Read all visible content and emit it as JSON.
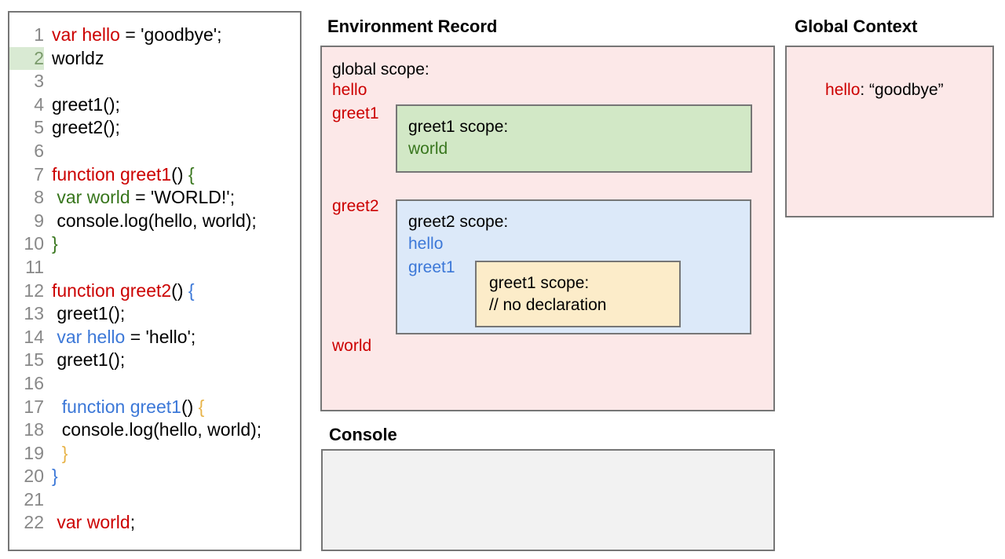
{
  "code_editor": {
    "lines": [
      {
        "num": "1",
        "highlight": false,
        "tokens": [
          {
            "text": "var hello",
            "color": "red"
          },
          {
            "text": " = 'goodbye';",
            "color": "black"
          }
        ]
      },
      {
        "num": "2",
        "highlight": true,
        "tokens": [
          {
            "text": "worldz",
            "color": "black"
          }
        ]
      },
      {
        "num": "3",
        "highlight": false,
        "tokens": [
          {
            "text": "",
            "color": "black"
          }
        ]
      },
      {
        "num": "4",
        "highlight": false,
        "tokens": [
          {
            "text": "greet1();",
            "color": "black"
          }
        ]
      },
      {
        "num": "5",
        "highlight": false,
        "tokens": [
          {
            "text": "greet2();",
            "color": "black"
          }
        ]
      },
      {
        "num": "6",
        "highlight": false,
        "tokens": [
          {
            "text": "",
            "color": "black"
          }
        ]
      },
      {
        "num": "7",
        "highlight": false,
        "tokens": [
          {
            "text": "function greet1",
            "color": "red"
          },
          {
            "text": "() ",
            "color": "black"
          },
          {
            "text": "{",
            "color": "green"
          }
        ]
      },
      {
        "num": "8",
        "highlight": false,
        "tokens": [
          {
            "text": " var world",
            "color": "green"
          },
          {
            "text": " = 'WORLD!';",
            "color": "black"
          }
        ]
      },
      {
        "num": "9",
        "highlight": false,
        "tokens": [
          {
            "text": " console.log(hello, world);",
            "color": "black"
          }
        ]
      },
      {
        "num": "10",
        "highlight": false,
        "tokens": [
          {
            "text": "}",
            "color": "green"
          }
        ]
      },
      {
        "num": "11",
        "highlight": false,
        "tokens": [
          {
            "text": "",
            "color": "black"
          }
        ]
      },
      {
        "num": "12",
        "highlight": false,
        "tokens": [
          {
            "text": "function greet2",
            "color": "red"
          },
          {
            "text": "() ",
            "color": "black"
          },
          {
            "text": "{",
            "color": "blue"
          }
        ]
      },
      {
        "num": "13",
        "highlight": false,
        "tokens": [
          {
            "text": " greet1();",
            "color": "black"
          }
        ]
      },
      {
        "num": "14",
        "highlight": false,
        "tokens": [
          {
            "text": " var hello",
            "color": "blue"
          },
          {
            "text": " = 'hello';",
            "color": "black"
          }
        ]
      },
      {
        "num": "15",
        "highlight": false,
        "tokens": [
          {
            "text": " greet1();",
            "color": "black"
          }
        ]
      },
      {
        "num": "16",
        "highlight": false,
        "tokens": [
          {
            "text": "",
            "color": "black"
          }
        ]
      },
      {
        "num": "17",
        "highlight": false,
        "tokens": [
          {
            "text": "  function greet1",
            "color": "blue"
          },
          {
            "text": "() ",
            "color": "black"
          },
          {
            "text": "{",
            "color": "orange"
          }
        ]
      },
      {
        "num": "18",
        "highlight": false,
        "tokens": [
          {
            "text": "  console.log(hello, world);",
            "color": "black"
          }
        ]
      },
      {
        "num": "19",
        "highlight": false,
        "tokens": [
          {
            "text": "  }",
            "color": "orange"
          }
        ]
      },
      {
        "num": "20",
        "highlight": false,
        "tokens": [
          {
            "text": "}",
            "color": "blue"
          }
        ]
      },
      {
        "num": "21",
        "highlight": false,
        "tokens": [
          {
            "text": "",
            "color": "black"
          }
        ]
      },
      {
        "num": "22",
        "highlight": false,
        "tokens": [
          {
            "text": " var world",
            "color": "red"
          },
          {
            "text": ";",
            "color": "black"
          }
        ]
      }
    ]
  },
  "environment_record": {
    "title": "Environment Record",
    "global_scope": {
      "heading": "global scope:",
      "bindings": [
        "hello",
        "greet1",
        "greet2",
        "world"
      ]
    },
    "greet1_scope": {
      "heading": "greet1 scope:",
      "bindings": [
        "world"
      ]
    },
    "greet2_scope": {
      "heading": "greet2 scope:",
      "bindings": [
        "hello",
        "greet1"
      ]
    },
    "greet1_inner_scope": {
      "heading": "greet1 scope:",
      "note": "// no declaration"
    }
  },
  "global_context": {
    "title": "Global Context",
    "entry_key": "hello",
    "entry_rest": ": “goodbye”"
  },
  "console": {
    "title": "Console",
    "output": ""
  },
  "colors": {
    "red": "#cc0000",
    "green": "#38761d",
    "blue": "#3c78d8",
    "orange": "#e8b44a",
    "pink_bg": "#fce8e8",
    "green_bg": "#d2e8c6",
    "blue_bg": "#dce9f9",
    "yellow_bg": "#fcecc9",
    "console_bg": "#f2f2f2",
    "border": "#767676",
    "line_highlight": "#d9ead3"
  }
}
